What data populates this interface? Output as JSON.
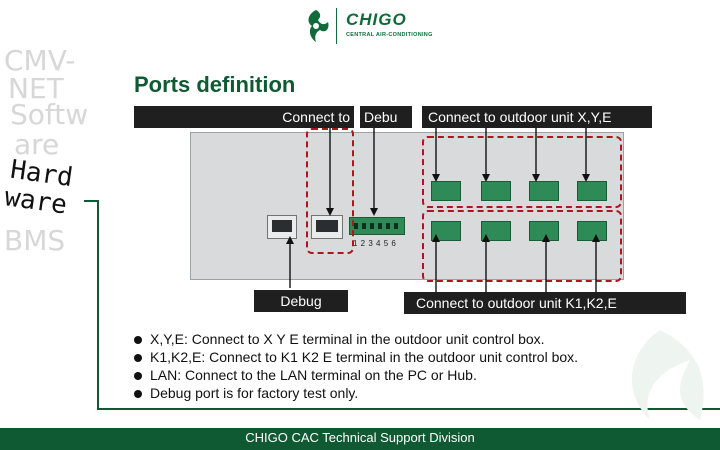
{
  "brand": {
    "name": "CHIGO",
    "subtitle": "CENTRAL AIR-CONDITIONING",
    "color": "#0f6b3a"
  },
  "sidebar": {
    "ghost_line1": "CMV-",
    "ghost_line2": "NET",
    "ghost_line3": "Softw",
    "ghost_line4": "are",
    "ghost_line5": "BMS",
    "hard_line1": "Hard",
    "hard_line2": "ware"
  },
  "page": {
    "title": "Ports definition"
  },
  "labels": {
    "lan_top": "Connect to",
    "debug_top": "Debu",
    "xye_top": "Connect to outdoor unit X,Y,E",
    "debug_bottom": "Debug",
    "k1k2e_bottom": "Connect to outdoor unit K1,K2,E",
    "terminal_numbers": "1 2 3 4 5 6"
  },
  "bullets": [
    "X,Y,E: Connect to X Y E terminal in the outdoor unit control box.",
    "K1,K2,E: Connect to K1 K2 E terminal in the outdoor unit control box.",
    "LAN: Connect to the LAN terminal on the PC or Hub.",
    "Debug port is for factory test only."
  ],
  "footer": {
    "text": "CHIGO CAC Technical Support Division"
  },
  "colors": {
    "accent_green": "#0f5a32",
    "dashed_red": "#b0141c"
  }
}
